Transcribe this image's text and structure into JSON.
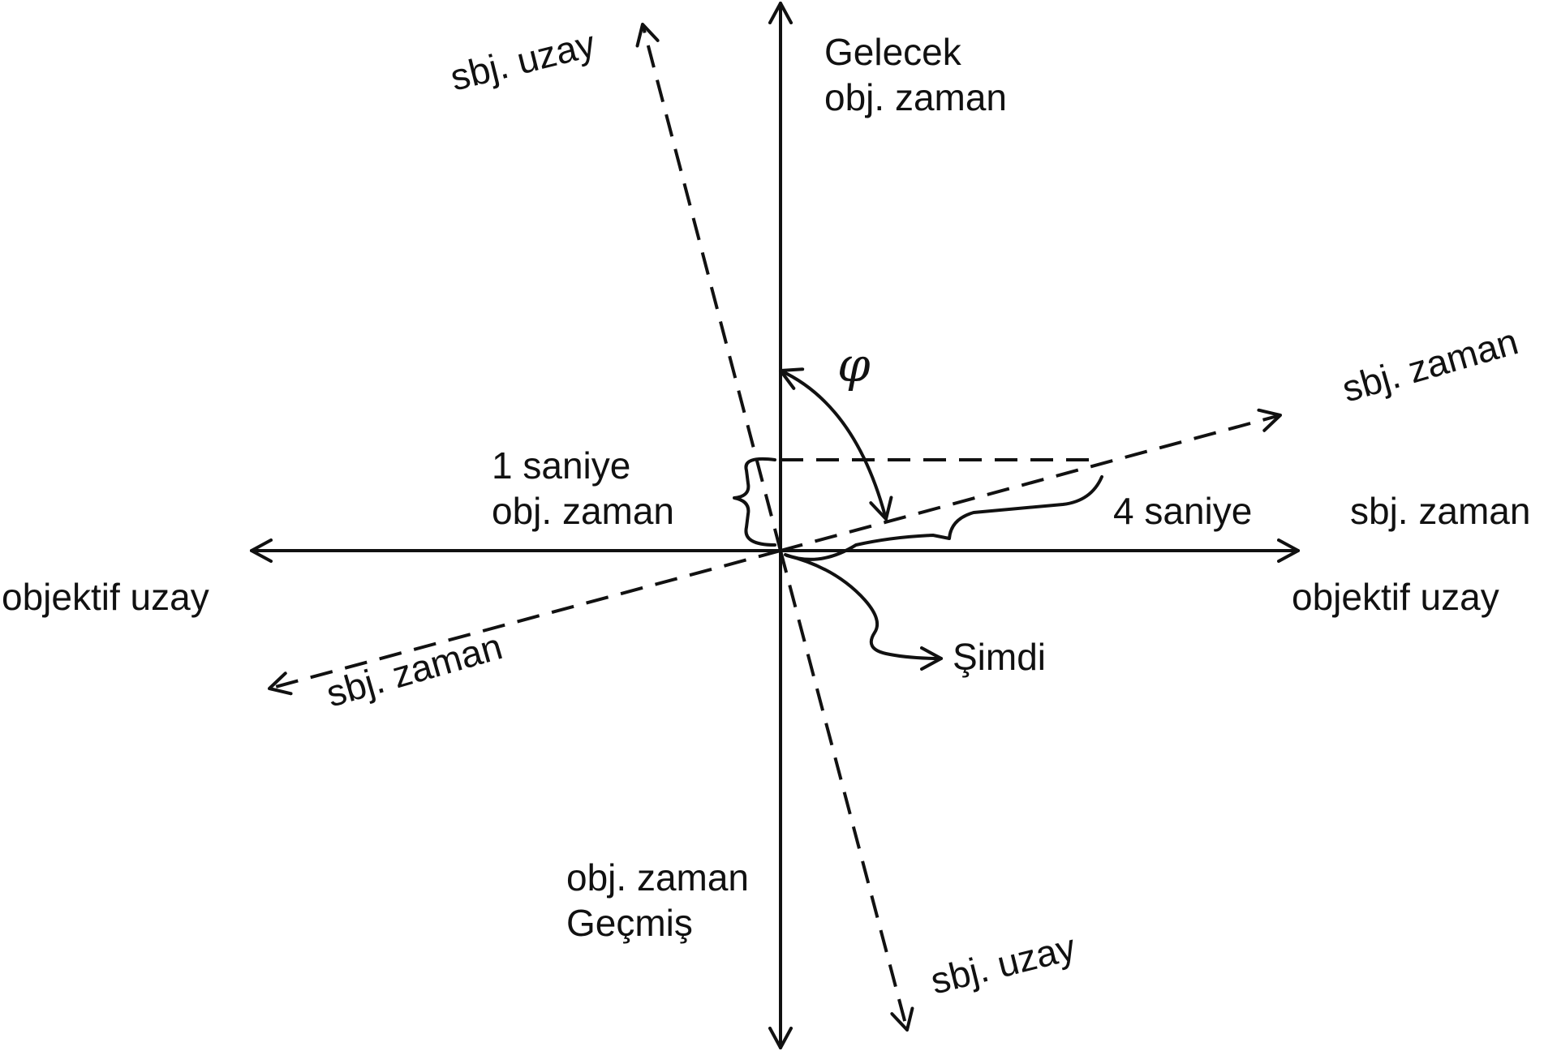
{
  "labels": {
    "future": "Gelecek",
    "obj_time_top": "obj. zaman",
    "obj_time_bottom": "obj. zaman",
    "past": "Geçmiş",
    "obj_space_left": "objektif  uzay",
    "obj_space_right": "objektif  uzay",
    "sbj_space_top": "sbj. uzay",
    "sbj_space_bottom": "sbj. uzay",
    "sbj_time_top_right": "sbj. zaman",
    "sbj_time_right": "sbj. zaman",
    "sbj_time_bottom_left": "sbj. zaman",
    "one_second": "1 saniye",
    "one_second_obj": "obj. zaman",
    "four_seconds": "4 saniye",
    "now": "Şimdi",
    "angle_symbol": "φ"
  },
  "colors": {
    "ink": "#111111",
    "background": "#ffffff"
  }
}
